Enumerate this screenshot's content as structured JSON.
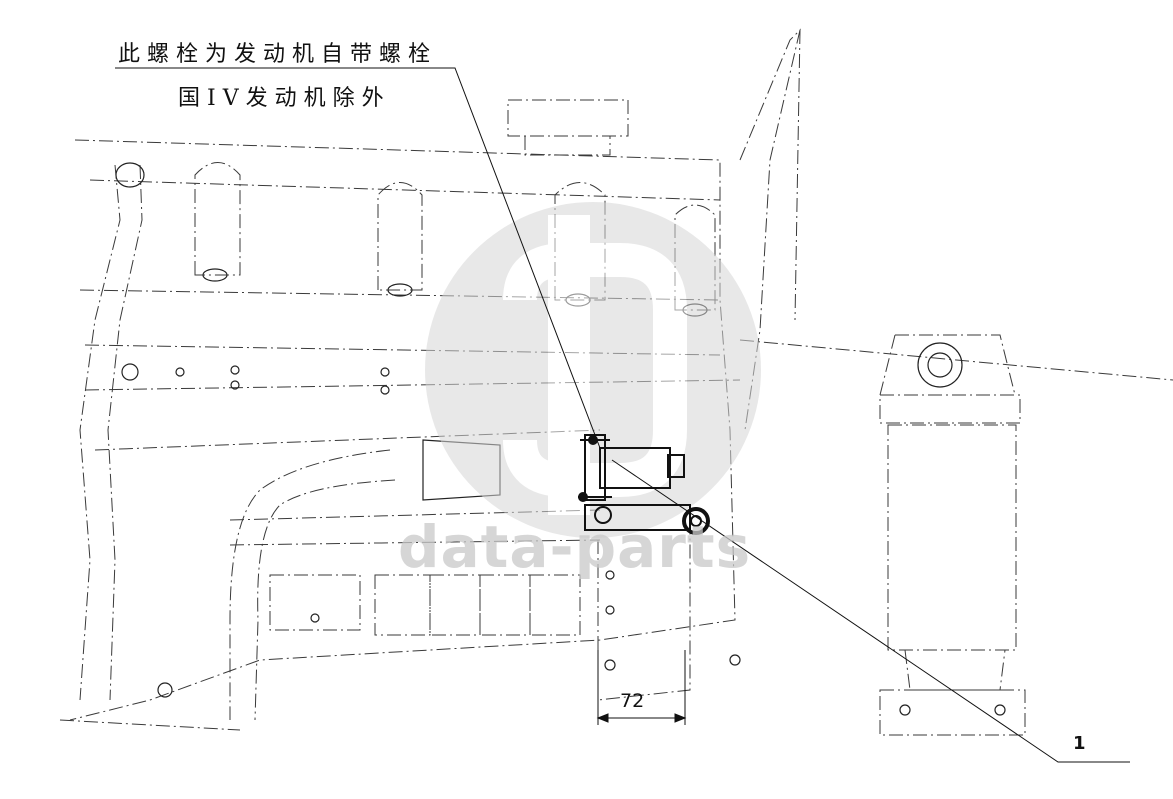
{
  "annotation": {
    "line1": "此螺栓为发动机自带螺栓",
    "line2": "国IV发动机除外"
  },
  "dimension": {
    "value": "72"
  },
  "callout": {
    "label": "1"
  },
  "watermark": {
    "text": "data-parts",
    "color": "#c9c9c9"
  },
  "colors": {
    "line": "#222222",
    "dash": "#555555",
    "watermark": "#d4d4d4"
  }
}
